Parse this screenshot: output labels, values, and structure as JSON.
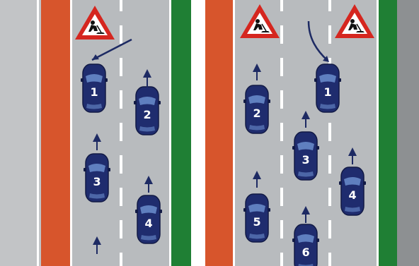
{
  "colors": {
    "road": "#b8bbbe",
    "shoulder": "#c2c4c6",
    "red_lane": "#d7552c",
    "green_strip": "#1f7f34",
    "dark_strip": "#8d9092",
    "line": "#ffffff",
    "car": "#1f2c6e",
    "car_dark": "#121a45",
    "glass": "#5f7fbf",
    "sign_red": "#d5261f",
    "worker": "#111111",
    "arrow": "#1d2a63"
  },
  "scenes": [
    {
      "id": "left",
      "sign_icon": "roadworks-warning-sign",
      "cars": [
        {
          "number": "1",
          "lane": "left"
        },
        {
          "number": "2",
          "lane": "right"
        },
        {
          "number": "3",
          "lane": "left"
        },
        {
          "number": "4",
          "lane": "right"
        }
      ]
    },
    {
      "id": "right",
      "sign_icon": "roadworks-warning-sign",
      "cars": [
        {
          "number": "1",
          "lane": "middle"
        },
        {
          "number": "2",
          "lane": "left"
        },
        {
          "number": "3",
          "lane": "middle"
        },
        {
          "number": "4",
          "lane": "right"
        },
        {
          "number": "5",
          "lane": "left"
        },
        {
          "number": "6",
          "lane": "middle"
        }
      ]
    }
  ]
}
